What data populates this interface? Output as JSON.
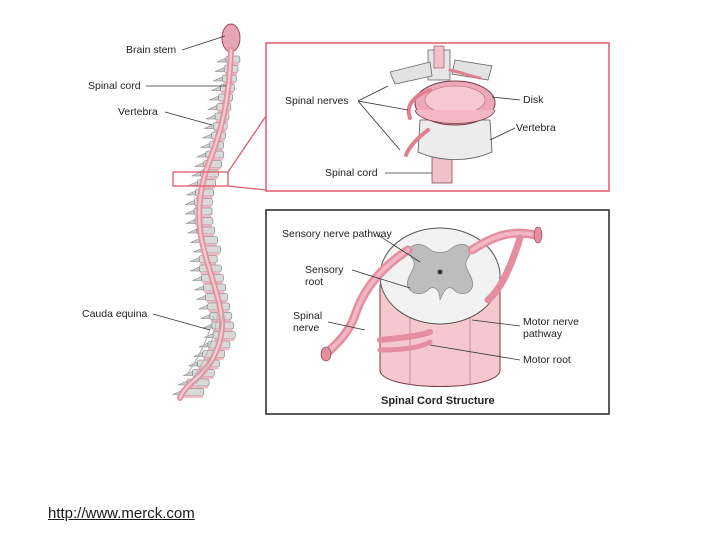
{
  "spine_labels": {
    "brain_stem": "Brain stem",
    "spinal_cord": "Spinal cord",
    "vertebra": "Vertebra",
    "cauda_equina": "Cauda equina"
  },
  "top_detail": {
    "spinal_nerves": "Spinal nerves",
    "disk": "Disk",
    "vertebra": "Vertebra",
    "spinal_cord": "Spinal cord"
  },
  "cross_section": {
    "sensory_nerve_pathway": "Sensory nerve pathway",
    "sensory_root_line1": "Sensory",
    "sensory_root_line2": "root",
    "spinal_nerve_line1": "Spinal",
    "spinal_nerve_line2": "nerve",
    "motor_nerve_pathway_line1": "Motor nerve",
    "motor_nerve_pathway_line2": "pathway",
    "motor_root": "Motor root",
    "title": "Spinal Cord Structure"
  },
  "footer": {
    "source_url": "http://www.merck.com"
  },
  "colors": {
    "detail_frame_top": "#e05a6a",
    "detail_frame_bottom": "#333333",
    "nerve_pink": "#e79aa8",
    "disk_pink": "#f0b9c2",
    "bone_gray": "#d9d9d9"
  }
}
